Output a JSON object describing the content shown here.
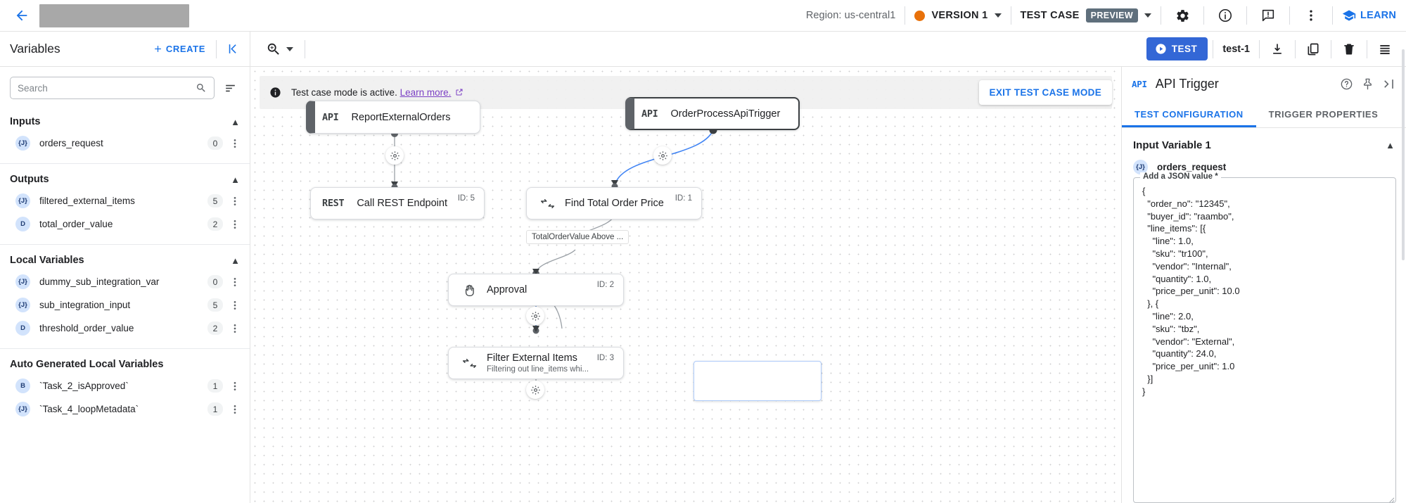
{
  "topbar": {
    "back_icon": "arrow-left-icon",
    "region_label": "Region: us-central1",
    "version_label": "VERSION 1",
    "testcase_label": "TEST CASE",
    "preview_badge": "PREVIEW",
    "settings_icon": "gear-icon",
    "info_icon": "info-icon",
    "feedback_icon": "feedback-icon",
    "more_icon": "more-vert-icon",
    "learn_label": "LEARN",
    "accent_blue": "#1a73e8",
    "version_dot_color": "#e8710a",
    "preview_badge_color": "#5f6f7c"
  },
  "subbar": {
    "panel_title": "Variables",
    "create_label": "CREATE",
    "collapse_icon": "collapse-left-icon",
    "zoom_icon": "zoom-icon",
    "test_label": "TEST",
    "testcase_name": "test-1",
    "download_icon": "download-icon",
    "copy_icon": "copy-icon",
    "delete_icon": "trash-icon",
    "list_icon": "list-icon"
  },
  "variables": {
    "search": {
      "value": "",
      "placeholder": "Search"
    },
    "sort_icon": "sort-icon",
    "sections": [
      {
        "title": "Inputs",
        "expanded": true,
        "items": [
          {
            "type": "{J}",
            "name": "orders_request",
            "count": "0"
          }
        ]
      },
      {
        "title": "Outputs",
        "expanded": true,
        "items": [
          {
            "type": "{J}",
            "name": "filtered_external_items",
            "count": "5"
          },
          {
            "type": "D",
            "name": "total_order_value",
            "count": "2"
          }
        ]
      },
      {
        "title": "Local Variables",
        "expanded": true,
        "items": [
          {
            "type": "{J}",
            "name": "dummy_sub_integration_var",
            "count": "0"
          },
          {
            "type": "{J}",
            "name": "sub_integration_input",
            "count": "5"
          },
          {
            "type": "D",
            "name": "threshold_order_value",
            "count": "2"
          }
        ]
      },
      {
        "title": "Auto Generated Local Variables",
        "expanded": true,
        "items": [
          {
            "type": "B",
            "name": "`Task_2_isApproved`",
            "count": "1"
          },
          {
            "type": "{J}",
            "name": "`Task_4_loopMetadata`",
            "count": "1"
          }
        ]
      }
    ]
  },
  "canvas": {
    "banner_text": "Test case mode is active.",
    "banner_link": "Learn more.",
    "banner_info_icon": "info-filled-icon",
    "banner_external_icon": "external-link-icon",
    "exit_button": "EXIT TEST CASE MODE",
    "nodes": [
      {
        "type_tag": "API",
        "title": "ReportExternalOrders",
        "subtitle": "",
        "id_label": "",
        "icon": ""
      },
      {
        "type_tag": "API",
        "title": "OrderProcessApiTrigger",
        "subtitle": "",
        "id_label": "",
        "icon": ""
      },
      {
        "type_tag": "REST",
        "title": "Call REST Endpoint",
        "subtitle": "",
        "id_label": "ID: 5",
        "icon": ""
      },
      {
        "type_tag": "",
        "title": "Find Total Order Price",
        "subtitle": "",
        "id_label": "ID: 1",
        "icon": "data-mapping-icon"
      },
      {
        "type_tag": "",
        "title": "Approval",
        "subtitle": "",
        "id_label": "ID: 2",
        "icon": "hand-icon"
      },
      {
        "type_tag": "",
        "title": "Filter External Items",
        "subtitle": "Filtering out line_items whi...",
        "id_label": "ID: 3",
        "icon": "data-mapping-icon"
      }
    ],
    "edge_label": "TotalOrderValue Above ...",
    "gear_icon": "gear-icon"
  },
  "right_panel": {
    "api_tag": "API",
    "title": "API Trigger",
    "help_icon": "help-icon",
    "pin_icon": "pin-icon",
    "expand_icon": "expand-right-icon",
    "tabs": [
      {
        "label": "TEST CONFIGURATION",
        "active": true
      },
      {
        "label": "TRIGGER PROPERTIES",
        "active": false
      }
    ],
    "input_section_title": "Input Variable 1",
    "variable_type": "{J}",
    "variable_name": "orders_request",
    "json_legend": "Add a JSON value *",
    "json_value": "{\n  \"order_no\": \"12345\",\n  \"buyer_id\": \"raambo\",\n  \"line_items\": [{\n    \"line\": 1.0,\n    \"sku\": \"tr100\",\n    \"vendor\": \"Internal\",\n    \"quantity\": 1.0,\n    \"price_per_unit\": 10.0\n  }, {\n    \"line\": 2.0,\n    \"sku\": \"tbz\",\n    \"vendor\": \"External\",\n    \"quantity\": 24.0,\n    \"price_per_unit\": 1.0\n  }]\n}"
  }
}
